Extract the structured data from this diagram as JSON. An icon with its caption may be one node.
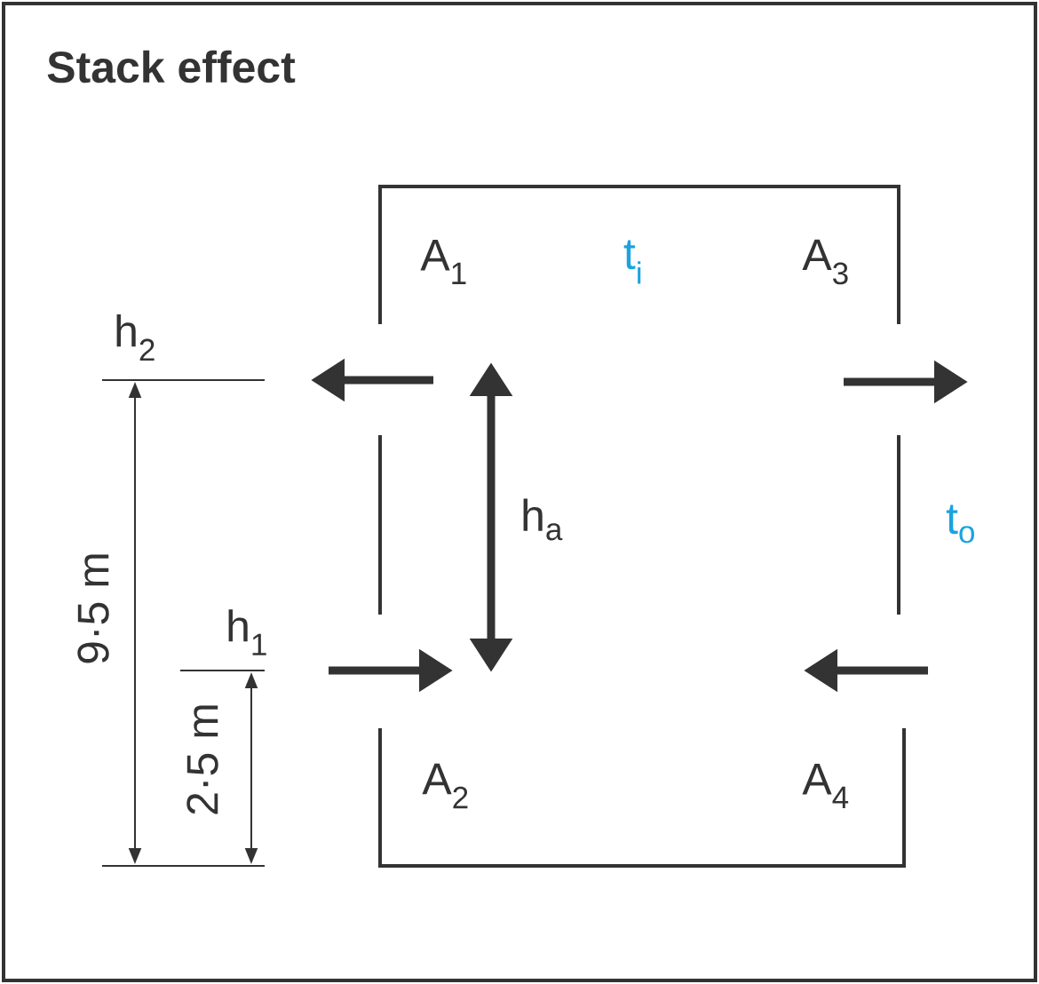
{
  "diagram": {
    "title": "Stack effect",
    "labels": [
      "A$_{1}$",
      "t$_{i}$",
      "A$_{3}$",
      "h$_{2}$",
      "h$_{a}$",
      "t$_{o}$",
      "9·5 m",
      "h$_{1}$",
      "2·5 m",
      "A$_{2}$",
      "A$_{4}$"
    ]
  }
}
